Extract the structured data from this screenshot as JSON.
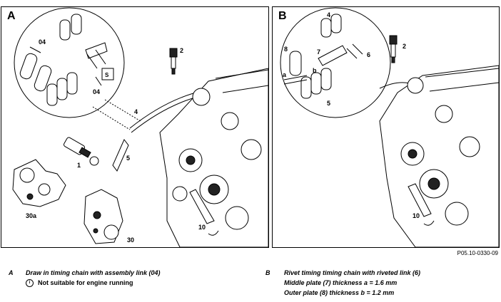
{
  "panels": {
    "a": {
      "letter": "A",
      "labels": {
        "l04_top": "04",
        "l04_bottom": "04",
        "l2": "2",
        "l4": "4",
        "l5": "5",
        "l1": "1",
        "l30a": "30a",
        "l30": "30",
        "l10": "10"
      }
    },
    "b": {
      "letter": "B",
      "labels": {
        "l4": "4",
        "l8": "8",
        "l7": "7",
        "l6": "6",
        "l2": "2",
        "la": "a",
        "lb": "b",
        "l5": "5",
        "l10": "10"
      }
    }
  },
  "figure_ref": "P05.10-0330-09",
  "captions": {
    "a_letter": "A",
    "a_line1": "Draw in timing chain with assembly link (04)",
    "a_line2": "Not suitable for engine running",
    "b_letter": "B",
    "b_line1": "Rivet timing timing chain with riveted link (6)",
    "b_line2": "Middle plate (7) thickness a = 1.6 mm",
    "b_line3": "Outer plate (8) thickness b = 1.2 mm"
  }
}
